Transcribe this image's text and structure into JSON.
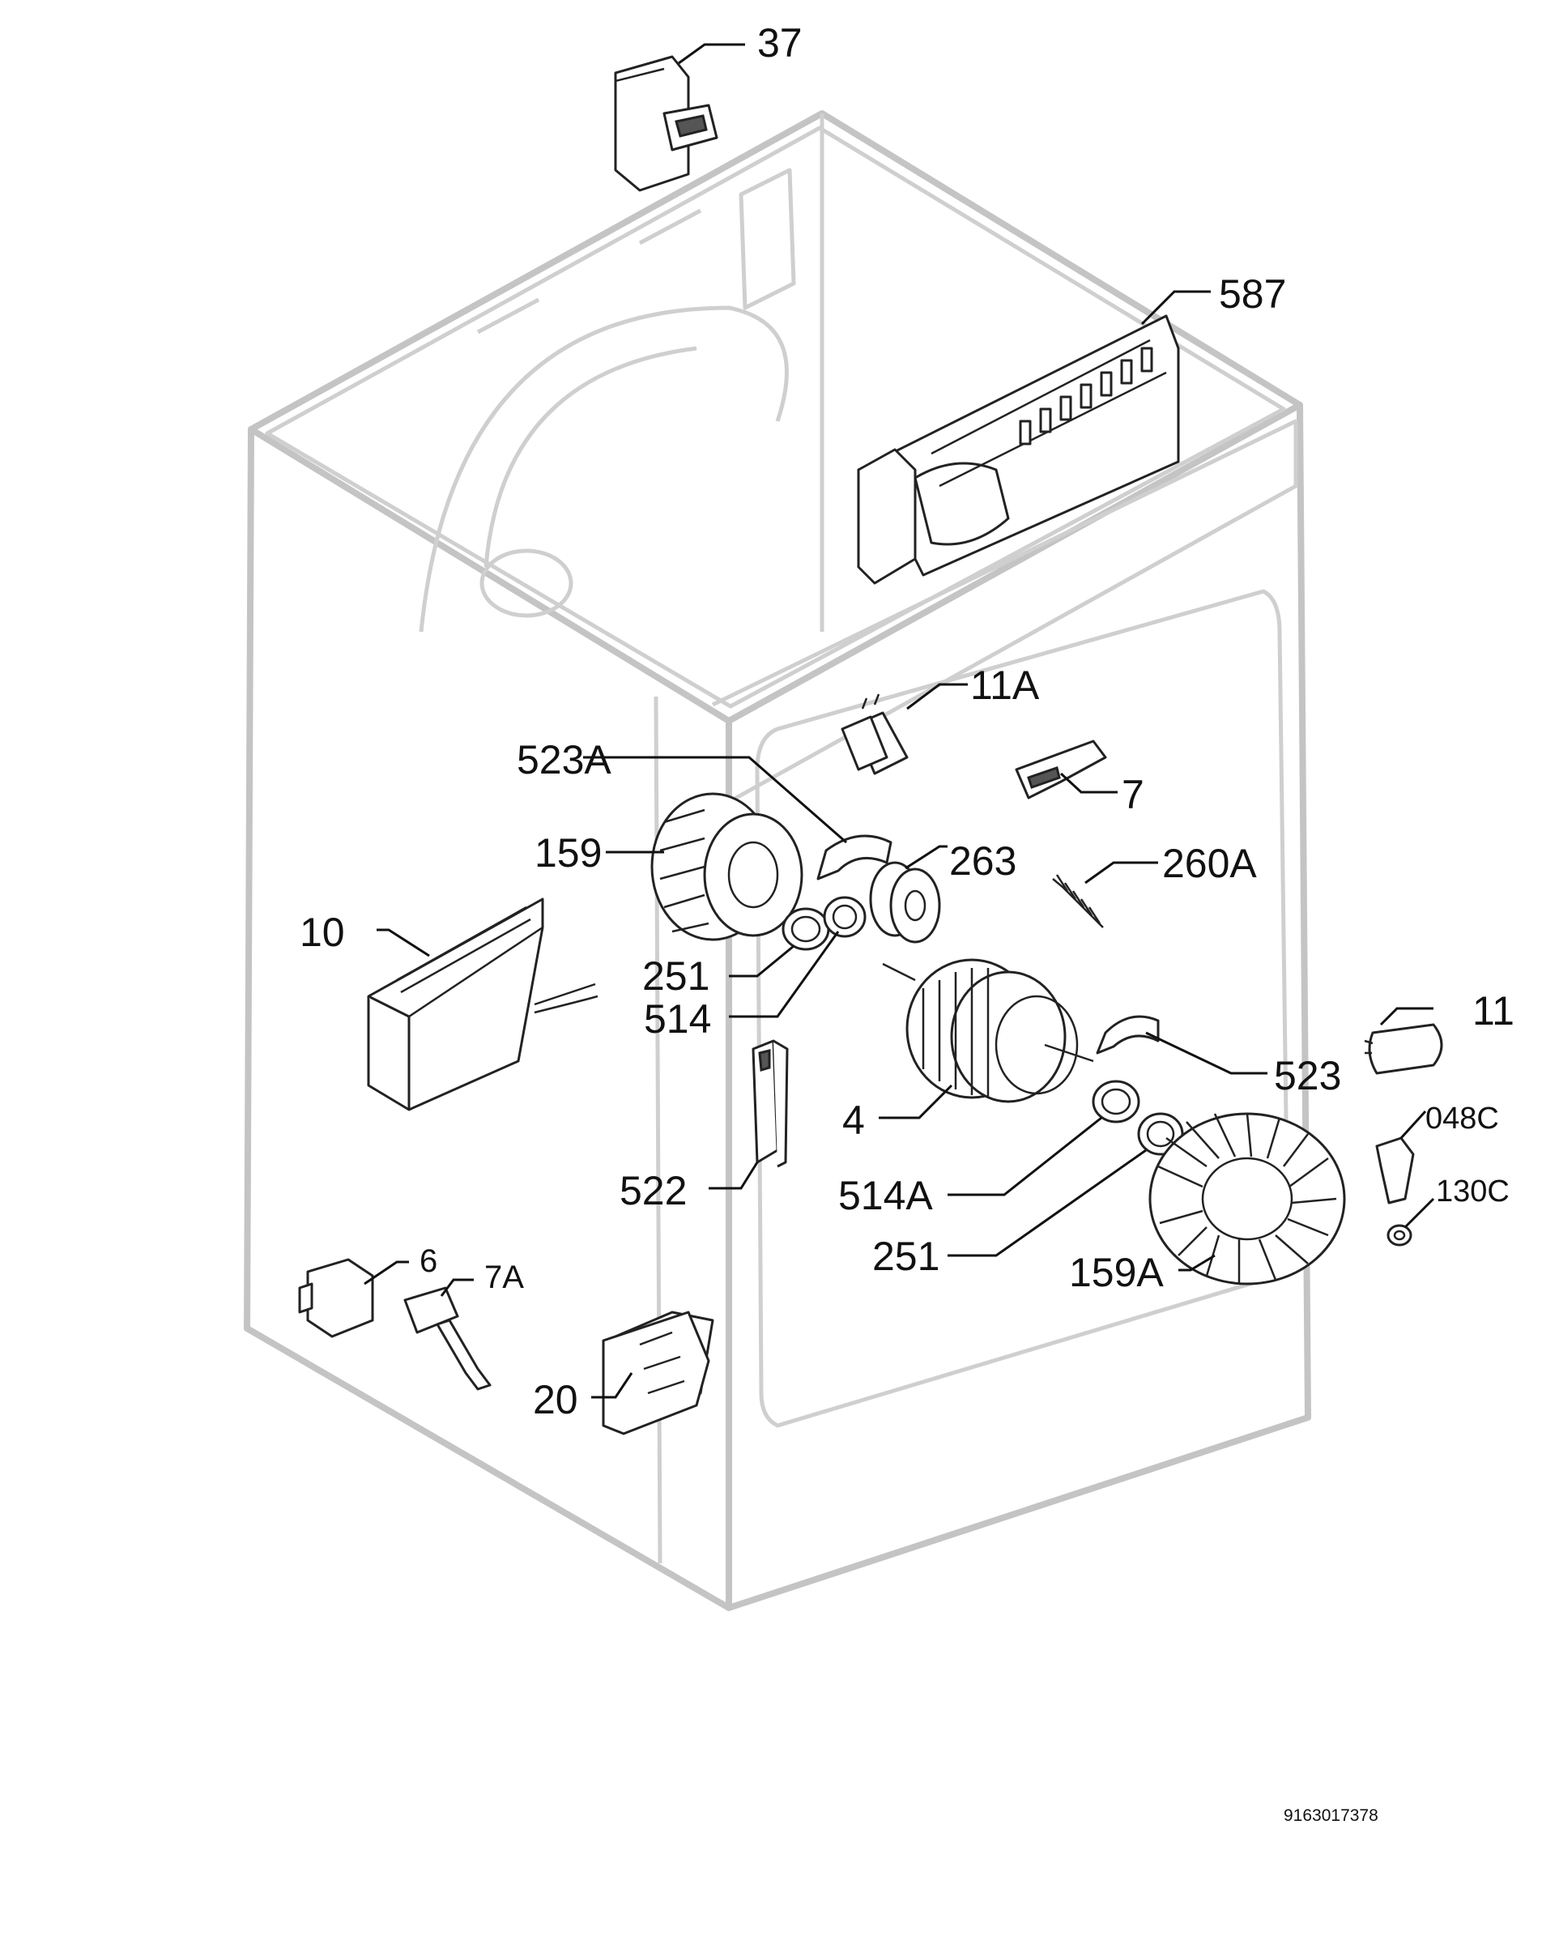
{
  "diagram": {
    "parts": {
      "p37": "37",
      "p587": "587",
      "p11A": "11A",
      "p523A": "523A",
      "p7": "7",
      "p159": "159",
      "p263": "263",
      "p260A": "260A",
      "p10": "10",
      "p251a": "251",
      "p514": "514",
      "p11": "11",
      "p523": "523",
      "p4": "4",
      "p048C": "048C",
      "p522": "522",
      "p514A": "514A",
      "p130C": "130C",
      "p251b": "251",
      "p159A": "159A",
      "p6": "6",
      "p7A": "7A",
      "p20": "20"
    },
    "document_number": "9163017378"
  }
}
